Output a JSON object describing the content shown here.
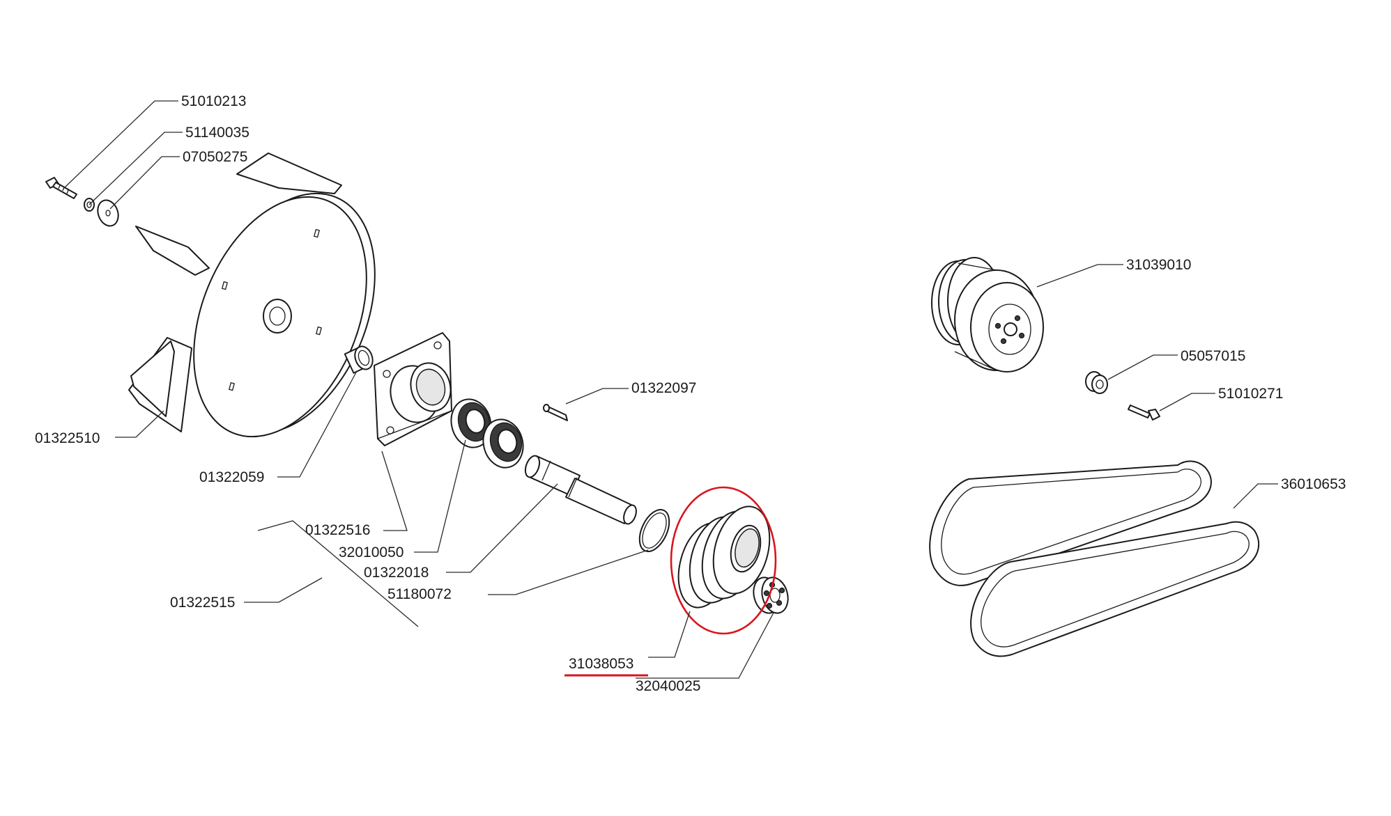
{
  "diagram": {
    "labels": {
      "p51010213": "51010213",
      "p51140035": "51140035",
      "p07050275": "07050275",
      "p01322510": "01322510",
      "p01322059": "01322059",
      "p01322516": "01322516",
      "p32010050": "32010050",
      "p01322018": "01322018",
      "p01322515": "01322515",
      "p51180072": "51180072",
      "p01322097": "01322097",
      "p31038053": "31038053",
      "p32040025": "32040025",
      "p31039010": "31039010",
      "p05057015": "05057015",
      "p51010271": "51010271",
      "p36010653": "36010653"
    },
    "highlight": {
      "part": "31038053",
      "color": "#d9141e"
    }
  }
}
